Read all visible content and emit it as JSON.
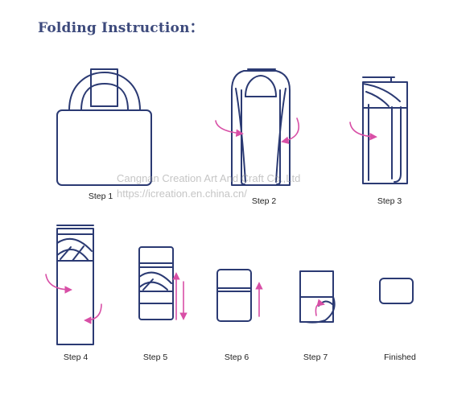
{
  "title": "Folding Instruction：",
  "steps": [
    {
      "label": "Step 1"
    },
    {
      "label": "Step 2"
    },
    {
      "label": "Step 3"
    },
    {
      "label": "Step 4"
    },
    {
      "label": "Step 5"
    },
    {
      "label": "Step 6"
    },
    {
      "label": "Step 7"
    },
    {
      "label": "Finished"
    }
  ],
  "watermark": {
    "line1": "Cangnan Creation Art And Craft Co.,Ltd",
    "line2": "https://icreation.en.china.cn/"
  },
  "colors": {
    "line": "#2b3a73",
    "arrow": "#d84fa6",
    "title": "#3d4a7c"
  }
}
